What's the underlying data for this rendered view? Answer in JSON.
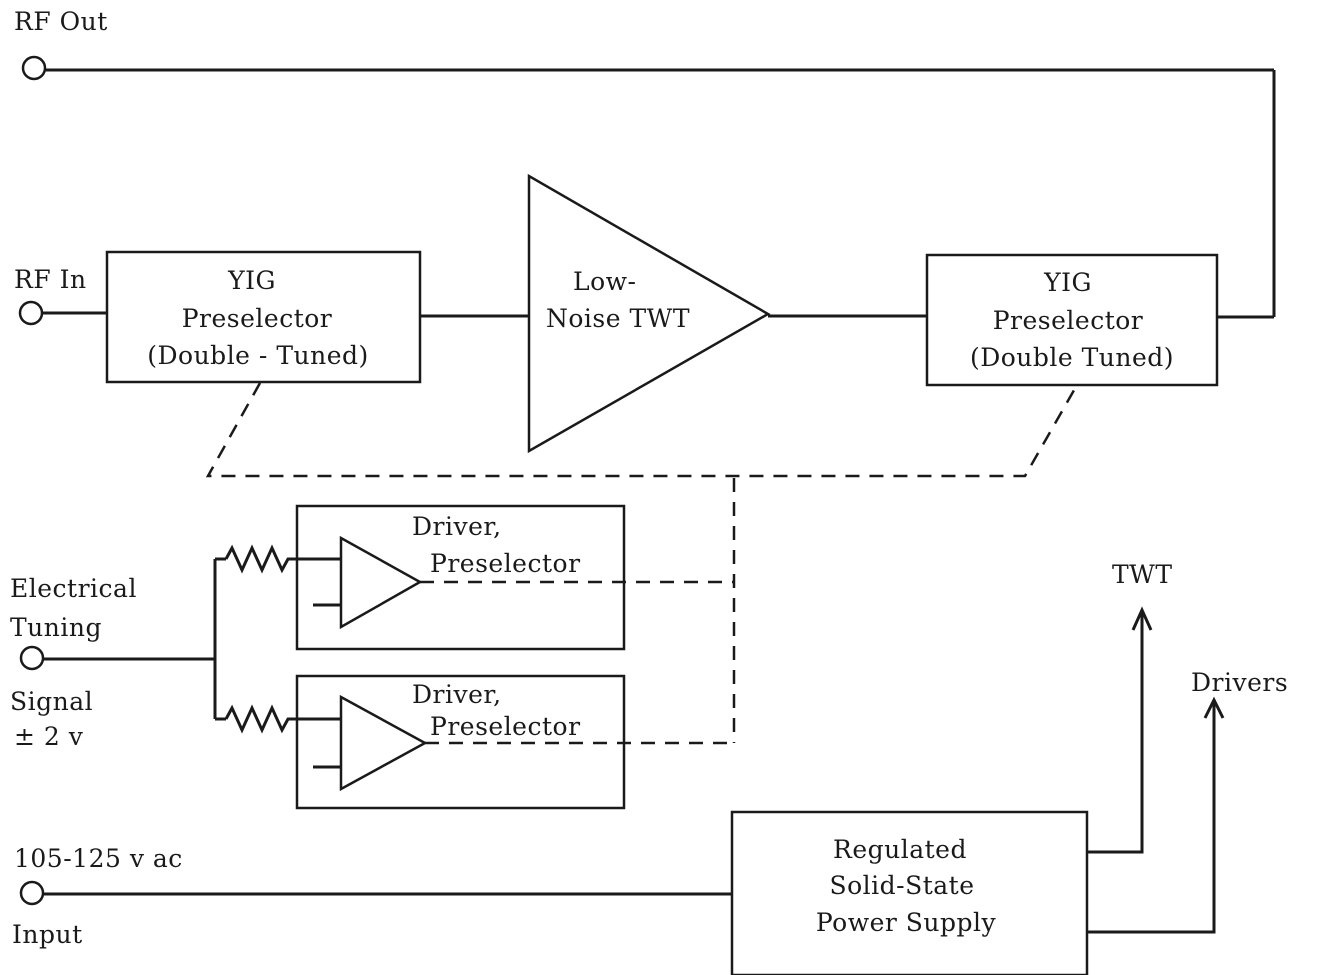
{
  "labels": {
    "rf_out": "RF Out",
    "rf_in": "RF In",
    "electrical": "Electrical",
    "tuning": "Tuning",
    "signal": "Signal",
    "voltage": "± 2 v",
    "ac_range": "105-125 v ac",
    "input": "Input",
    "twt": "TWT",
    "drivers": "Drivers"
  },
  "blocks": {
    "yig_left": {
      "line1": "YIG",
      "line2": "Preselector",
      "line3": "(Double - Tuned)"
    },
    "yig_right": {
      "line1": "YIG",
      "line2": "Preselector",
      "line3": "(Double Tuned)"
    },
    "twt_amp": {
      "line1": "Low-",
      "line2": "Noise TWT"
    },
    "driver_top": {
      "line1": "Driver,",
      "line2": "Preselector"
    },
    "driver_bottom": {
      "line1": "Driver,",
      "line2": "Preselector"
    },
    "power_supply": {
      "line1": "Regulated",
      "line2": "Solid-State",
      "line3": "Power Supply"
    }
  }
}
